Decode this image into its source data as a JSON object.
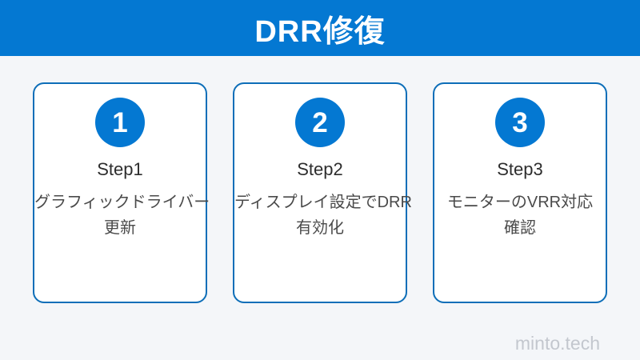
{
  "header": {
    "title": "DRR修復"
  },
  "steps": [
    {
      "number": "1",
      "label": "Step1",
      "description": "グラフィックドライバー更新",
      "description_lines": [
        "グラフィックドライバー",
        "更新"
      ]
    },
    {
      "number": "2",
      "label": "Step2",
      "description": "ディスプレイ設定でDRR有効化",
      "description_lines": [
        "ディスプレイ設定でDRR",
        "有効化"
      ]
    },
    {
      "number": "3",
      "label": "Step3",
      "description": "モニターのVRR対応確認",
      "description_lines": [
        "モニターのVRR対応",
        "確認"
      ]
    }
  ],
  "footer": {
    "watermark": "minto.tech"
  },
  "colors": {
    "accent_blue": "#0478d2",
    "card_border_blue": "#0d6eb8",
    "page_background": "#f4f6f9",
    "card_background": "#ffffff",
    "step_label_text": "#2d2d2d",
    "description_text": "#4a4a4a",
    "watermark_text": "#c3c7ce",
    "header_text": "#ffffff"
  }
}
